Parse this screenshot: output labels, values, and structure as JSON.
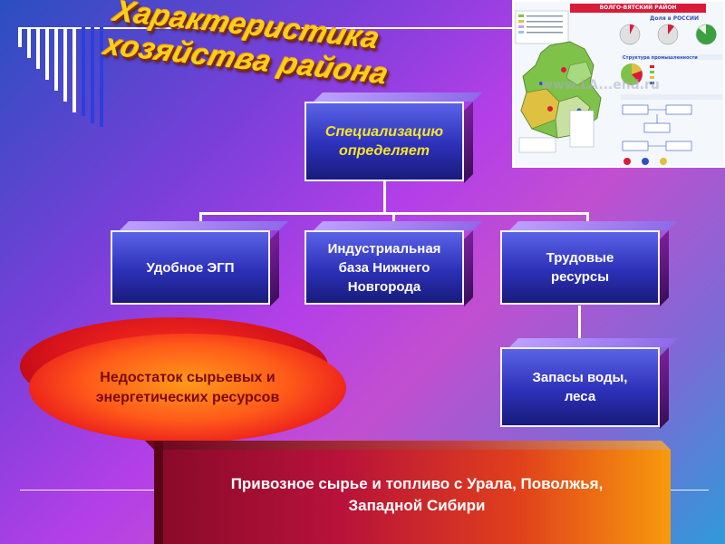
{
  "slide": {
    "title": "Характеристика хозяйства района"
  },
  "map_thumbnail": {
    "header": "ВОЛГО-ВЯТСКИЙ РАЙОН",
    "watermark": "www.LA...end.ru",
    "colors": {
      "header": "#d91b3a",
      "region": "#7fc24a",
      "background": "#f4f7fb"
    }
  },
  "diagram": {
    "root": {
      "label": "Специализацию определяет"
    },
    "factors": [
      {
        "label": "Удобное ЭГП"
      },
      {
        "label": "Индустриальная база Нижнего Новгорода"
      },
      {
        "label": "Трудовые ресурсы"
      }
    ],
    "sub_factor": {
      "label": "Запасы воды, леса"
    },
    "problem": {
      "label": "Недостаток сырьевых и энергетических ресурсов"
    },
    "solution": {
      "label": "Привозное сырье и топливо с Урала, Поволжья, Западной Сибири"
    }
  },
  "colors": {
    "box_face": "#2c30b8",
    "root_text": "#f5e52a",
    "title_text": "#f6d21a",
    "problem_fill": "#ff5a1a",
    "banner_start": "#8a0a2a",
    "banner_end": "#f89a0c"
  }
}
